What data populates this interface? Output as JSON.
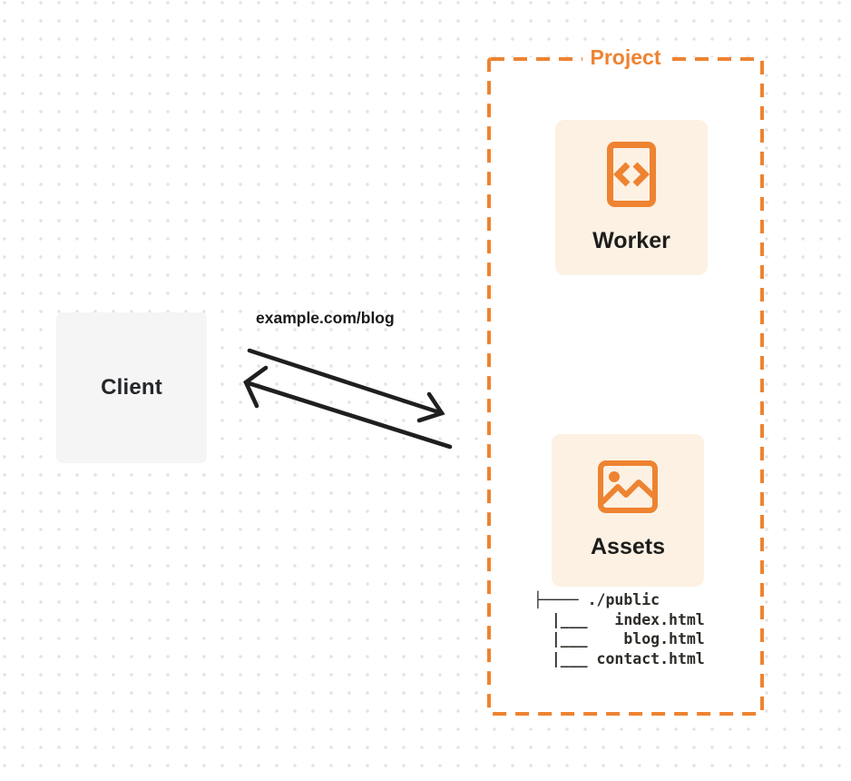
{
  "canvas": {
    "background": "#ffffff",
    "dot_color": "#e3e3e3"
  },
  "client": {
    "label": "Client",
    "bg_color": "#f5f5f6"
  },
  "request": {
    "url_label": "example.com/blog",
    "arrow_color": "#1f1f1f"
  },
  "project": {
    "label": "Project",
    "accent_color": "#ee8331",
    "card_bg_color": "#fcf1e3",
    "worker": {
      "label": "Worker",
      "icon": "code-document-icon"
    },
    "assets": {
      "label": "Assets",
      "icon": "picture-icon"
    },
    "file_tree": {
      "lines": [
        "├──── ./public",
        "  |___   index.html",
        "  |___    blog.html",
        "  |___ contact.html"
      ]
    }
  }
}
